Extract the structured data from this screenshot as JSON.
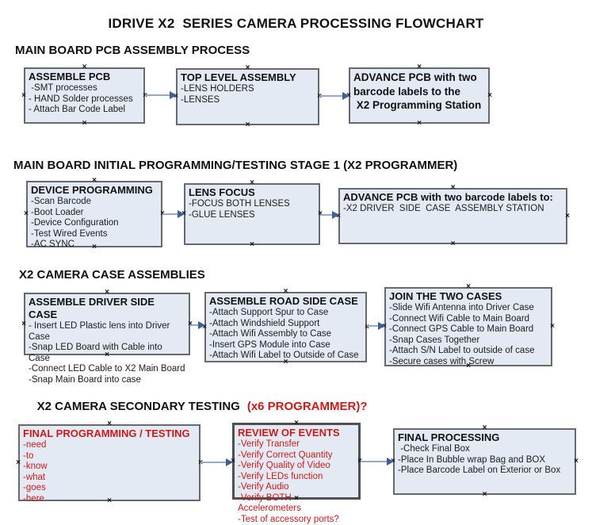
{
  "title": "IDRIVE X2  SERIES CAMERA PROCESSING FLOWCHART",
  "colors": {
    "red_accent": "#cc1a1a",
    "box_fill": "#e3eaf4",
    "box_border": "#68696d",
    "arrow_line": "#94aac9",
    "arrow_head": "#3c5f9a"
  },
  "connector_handle_glyph": "×",
  "sections": [
    {
      "heading": "MAIN BOARD PCB ASSEMBLY PROCESS",
      "boxes": [
        {
          "header": "ASSEMBLE PCB",
          "lines": [
            " -SMT processes",
            "- HAND Solder processes",
            "- Attach Bar Code Label"
          ]
        },
        {
          "header": "TOP LEVEL ASSEMBLY",
          "lines": [
            "-LENS HOLDERS",
            "-LENSES"
          ]
        },
        {
          "header": "ADVANCE PCB with two",
          "lines": [
            "barcode labels to the",
            " X2 Programming Station"
          ]
        }
      ]
    },
    {
      "heading": "MAIN BOARD INITIAL PROGRAMMING/TESTING STAGE 1 (X2 PROGRAMMER)",
      "boxes": [
        {
          "header": "DEVICE PROGRAMMING",
          "lines": [
            "-Scan Barcode",
            "-Boot Loader",
            "-Device Configuration",
            "-Test Wired Events",
            "-AC SYNC"
          ]
        },
        {
          "header": "LENS FOCUS",
          "lines": [
            "-FOCUS BOTH LENSES",
            "-GLUE LENSES"
          ]
        },
        {
          "header": "ADVANCE PCB with two barcode labels to:",
          "lines": [
            "-X2 DRIVER  SIDE  CASE  ASSEMBLY STATION"
          ]
        }
      ]
    },
    {
      "heading": "X2 CAMERA CASE ASSEMBLIES",
      "boxes": [
        {
          "header": "ASSEMBLE DRIVER SIDE CASE",
          "lines": [
            "- Insert LED Plastic lens into Driver Case",
            "-Snap LED Board with Cable into Case",
            "-Connect LED Cable to X2 Main Board",
            "-Snap Main Board into case"
          ]
        },
        {
          "header": "ASSEMBLE ROAD SIDE CASE",
          "lines": [
            "-Attach Support Spur to Case",
            "-Attach Windshield Support",
            "-Attach Wifi Assembly to Case",
            "-Insert GPS Module into Case",
            "-Attach Wifi Label to Outside of Case"
          ]
        },
        {
          "header": "JOIN THE TWO CASES",
          "lines": [
            "-Slide Wifi Antenna into Driver Case",
            "-Connect Wifi Cable to Main Board",
            "-Connect GPS Cable to Main Board",
            "-Snap Cases Together",
            "-Attach S/N Label to outside of case",
            "-Secure cases with Screw"
          ]
        }
      ]
    },
    {
      "heading_black": "X2 CAMERA SECONDARY TESTING",
      "heading_red": "(x6 PROGRAMMER)?",
      "boxes": [
        {
          "header": "FINAL PROGRAMMING / TESTING",
          "lines": [
            "-need",
            "-to",
            "-know",
            "-what",
            "-goes",
            "-here"
          ]
        },
        {
          "header": "REVIEW OF EVENTS",
          "lines": [
            "-Verify Transfer",
            "-Verify Correct Quantity",
            "-Verify Quality of Video",
            "-Verify LEDs function",
            "-Verify Audio",
            "-Verify BOTH Accelerometers",
            "-Test of accessory ports?"
          ]
        },
        {
          "header": "FINAL PROCESSING",
          "lines": [
            " -Check Final Box",
            "-Place In Bubble wrap Bag and BOX",
            "-Place Barcode Label on Exterior or Box"
          ]
        }
      ]
    }
  ]
}
